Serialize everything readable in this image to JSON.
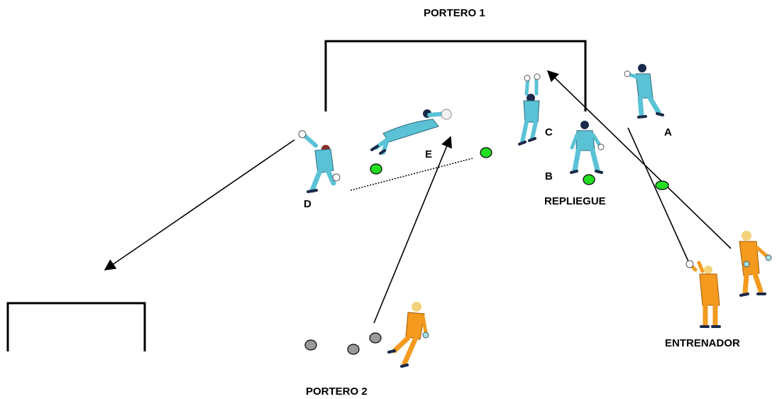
{
  "labels": {
    "portero1": "PORTERO 1",
    "portero2": "PORTERO 2",
    "entrenador": "ENTRENADOR",
    "repliegue": "REPLIEGUE",
    "a": "A",
    "b": "B",
    "c": "C",
    "d": "D",
    "e": "E"
  },
  "colors": {
    "goalkeeper_jersey": "#5bc2d6",
    "coach_jersey": "#f39a1f",
    "ball_green": "#22dd22",
    "ball_gray": "#9a9a9a",
    "line": "#000000",
    "glove": "#ffffff"
  }
}
